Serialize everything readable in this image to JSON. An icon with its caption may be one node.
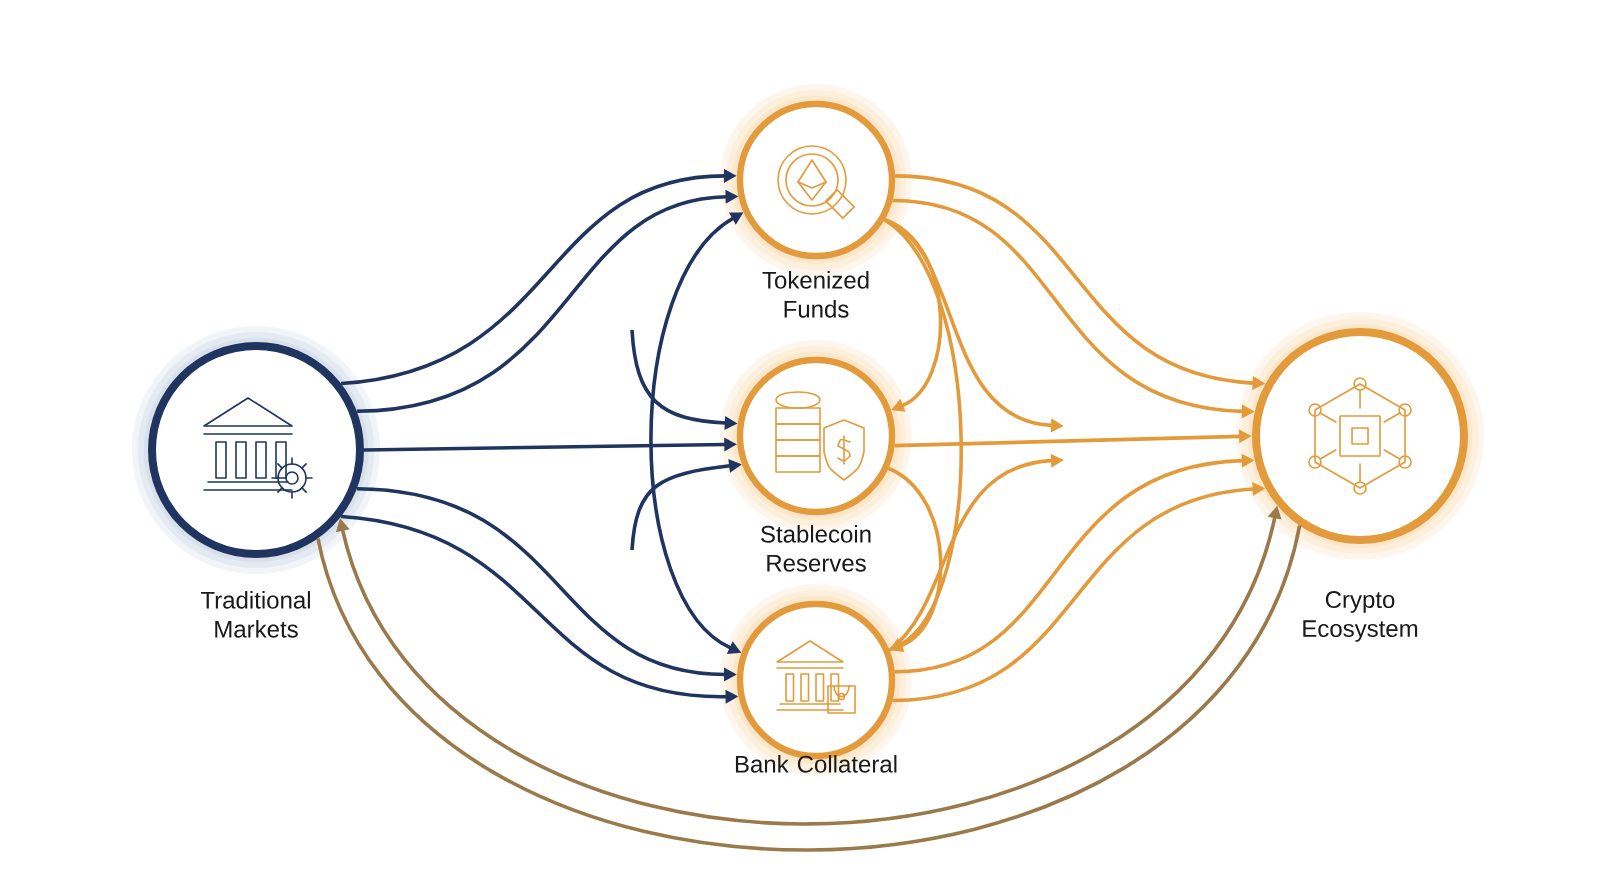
{
  "diagram": {
    "nodes": [
      {
        "text": [
          "Traditional Markets"
        ]
      },
      {
        "text": [
          "Tokenized Funds"
        ]
      },
      {
        "text": [
          "Stablecoin Reserves"
        ]
      },
      {
        "text": [
          "Bank Collateral"
        ]
      },
      {
        "text": [
          "Crypto Ecosystem"
        ]
      }
    ],
    "edges": [
      {
        "from": 0,
        "to": 1,
        "arrow": "to",
        "color": "#1f3560"
      },
      {
        "from": 0,
        "to": 1,
        "arrow": "to",
        "color": "#1f3560"
      },
      {
        "from": 0,
        "to": 2,
        "arrow": "to",
        "color": "#1f3560"
      },
      {
        "from": 0,
        "to": 3,
        "arrow": "to",
        "color": "#1f3560"
      },
      {
        "from": 0,
        "to": 3,
        "arrow": "to",
        "color": "#1f3560"
      },
      {
        "from": 3,
        "to": 1,
        "arrow": "both",
        "color": "#1f3560"
      },
      {
        "from": null,
        "to": 2,
        "arrow": "to",
        "color": "#1f3560"
      },
      {
        "from": null,
        "to": 2,
        "arrow": "to",
        "color": "#1f3560"
      },
      {
        "from": 1,
        "to": 4,
        "arrow": "to",
        "color": "#e39a3b"
      },
      {
        "from": 1,
        "to": 4,
        "arrow": "to",
        "color": "#e39a3b"
      },
      {
        "from": 2,
        "to": 4,
        "arrow": "to",
        "color": "#e39a3b"
      },
      {
        "from": 3,
        "to": 4,
        "arrow": "to",
        "color": "#e39a3b"
      },
      {
        "from": 3,
        "to": 4,
        "arrow": "to",
        "color": "#e39a3b"
      },
      {
        "from": 1,
        "to": 2,
        "arrow": "to",
        "color": "#e39a3b"
      },
      {
        "from": 1,
        "to": 3,
        "arrow": "to",
        "color": "#e39a3b"
      },
      {
        "from": 1,
        "to": null,
        "arrow": "to",
        "color": "#e39a3b"
      },
      {
        "from": 2,
        "to": 3,
        "arrow": "to",
        "color": "#e39a3b"
      },
      {
        "from": 3,
        "to": null,
        "arrow": "to",
        "color": "#e39a3b"
      },
      {
        "from": 0,
        "to": 4,
        "arrow": "none",
        "color": "#9a7a4a"
      },
      {
        "from": 0,
        "to": 4,
        "arrow": "both",
        "color": "#9a7a4a"
      }
    ]
  }
}
